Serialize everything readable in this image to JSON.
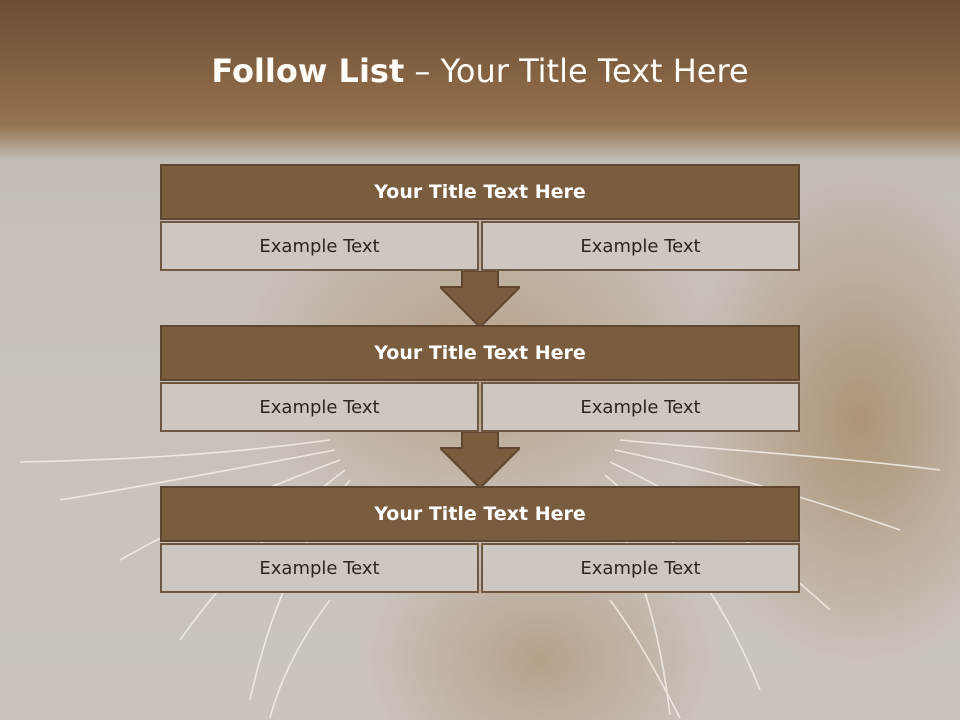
{
  "title": {
    "bold": "Follow List",
    "rest": " – Your Title Text Here"
  },
  "blocks": [
    {
      "header": "Your Title Text Here",
      "left": "Example Text",
      "right": "Example Text"
    },
    {
      "header": "Your Title Text Here",
      "left": "Example Text",
      "right": "Example Text"
    },
    {
      "header": "Your Title Text Here",
      "left": "Example Text",
      "right": "Example Text"
    }
  ],
  "colors": {
    "header_fill": "#7a5c3e",
    "cell_fill": "#cdc6c1",
    "title_band": "#866444",
    "arrow_fill": "#7a5c3e"
  }
}
